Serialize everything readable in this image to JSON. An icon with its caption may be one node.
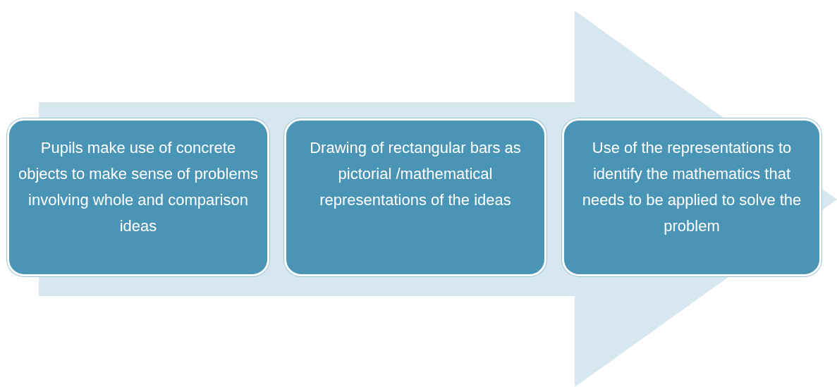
{
  "diagram": {
    "nodes": [
      {
        "text": [
          "Pupils make use of concrete objects to make sense of problems involving whole and comparison ideas"
        ]
      },
      {
        "text": [
          "Drawing of rectangular bars as pictorial /mathematical representations of the ideas"
        ]
      },
      {
        "text": [
          "Use of the representations to identify the mathematics that needs to be applied to solve the problem"
        ]
      }
    ],
    "edges": [
      {
        "from": 0,
        "to": 2,
        "arrow": "to"
      }
    ]
  }
}
